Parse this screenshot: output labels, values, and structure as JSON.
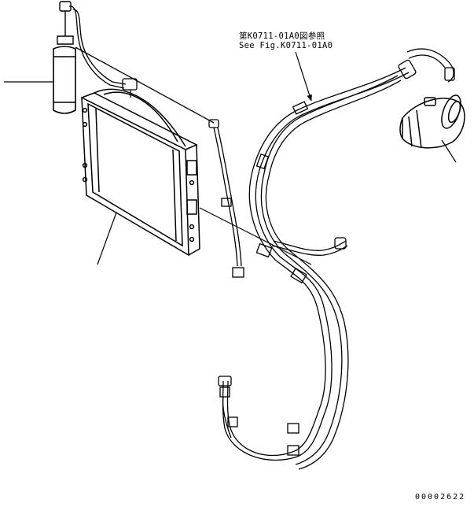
{
  "callout": {
    "line1": "第K0711-01A0図参照",
    "line2": "See Fig.K0711-01A0"
  },
  "drawing_code": "00002622",
  "parts": {
    "receiver_drier": "receiver-drier",
    "condenser": "condenser",
    "compressor": "compressor",
    "hoses": "refrigerant-hoses"
  }
}
